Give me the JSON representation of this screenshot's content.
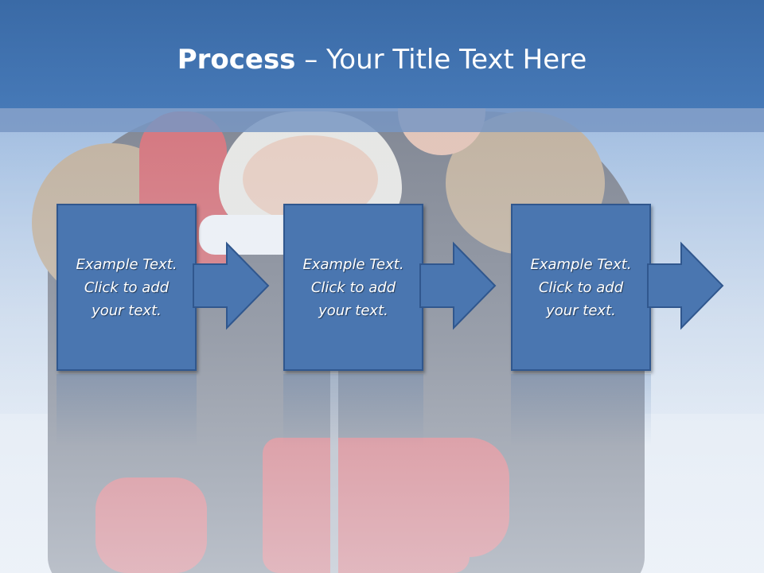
{
  "title": {
    "bold": "Process",
    "rest": " – Your Title Text Here"
  },
  "steps": [
    {
      "line1": "Example Text.",
      "line2": "Click  to add",
      "line3": "your text."
    },
    {
      "line1": "Example Text.",
      "line2": "Click  to add",
      "line3": "your text."
    },
    {
      "line1": "Example Text.",
      "line2": "Click  to add",
      "line3": "your text."
    }
  ],
  "colors": {
    "title_bar": "#4679b7",
    "box_fill": "#4a76b0",
    "box_border": "#30578e",
    "text": "#ffffff"
  }
}
